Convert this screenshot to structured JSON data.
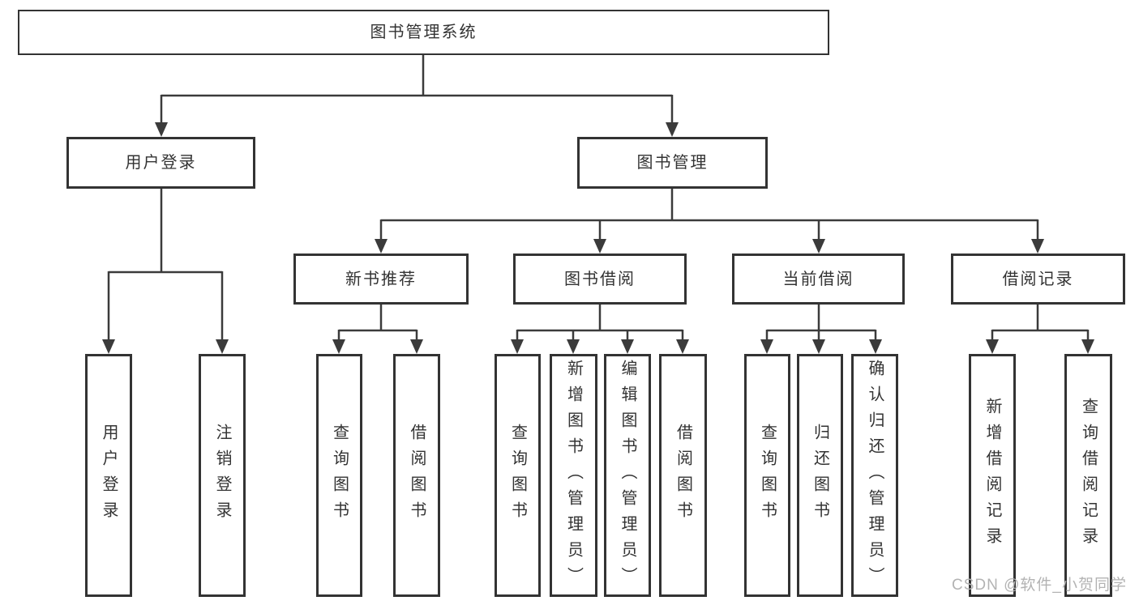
{
  "diagram": {
    "root": {
      "label": "图书管理系统"
    },
    "branches": [
      {
        "label": "用户登录",
        "children": [
          {
            "label": "用户登录"
          },
          {
            "label": "注销登录"
          }
        ]
      },
      {
        "label": "图书管理",
        "children": [
          {
            "label": "新书推荐",
            "children": [
              {
                "label": "查询图书"
              },
              {
                "label": "借阅图书"
              }
            ]
          },
          {
            "label": "图书借阅",
            "children": [
              {
                "label": "查询图书"
              },
              {
                "label": "新增图书（管理员）"
              },
              {
                "label": "编辑图书（管理员）"
              },
              {
                "label": "借阅图书"
              }
            ]
          },
          {
            "label": "当前借阅",
            "children": [
              {
                "label": "查询图书"
              },
              {
                "label": "归还图书"
              },
              {
                "label": "确认归还（管理员）"
              }
            ]
          },
          {
            "label": "借阅记录",
            "children": [
              {
                "label": "新增借阅记录"
              },
              {
                "label": "查询借阅记录"
              }
            ]
          }
        ]
      }
    ]
  },
  "watermark": {
    "text": "CSDN @软件_小贺同学"
  },
  "colors": {
    "line": "#3b3b3b",
    "box_border": "#333333",
    "text": "#333333",
    "watermark": "#b3b3b3",
    "background": "#ffffff"
  }
}
